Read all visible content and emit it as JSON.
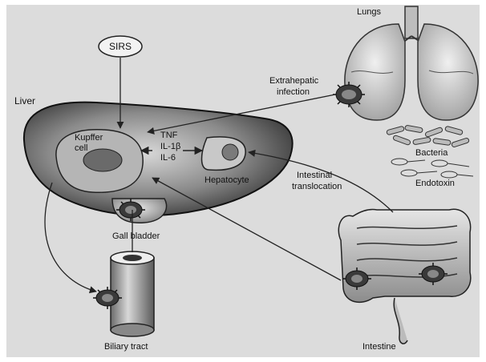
{
  "diagram": {
    "labels": {
      "sirs": "SIRS",
      "lungs": "Lungs",
      "liver": "Liver",
      "kupffer_line1": "Kupffer",
      "kupffer_line2": "cell",
      "tnf": "TNF",
      "il1": "IL-1β",
      "il6": "IL-6",
      "hepatocyte": "Hepatocyte",
      "extrahepatic_line1": "Extrahepatic",
      "extrahepatic_line2": "infection",
      "bacteria": "Bacteria",
      "endotoxin": "Endotoxin",
      "intestinal_line1": "Intestinal",
      "intestinal_line2": "translocation",
      "gall_bladder": "Gall bladder",
      "biliary_tract": "Biliary tract",
      "intestine": "Intestine"
    }
  }
}
